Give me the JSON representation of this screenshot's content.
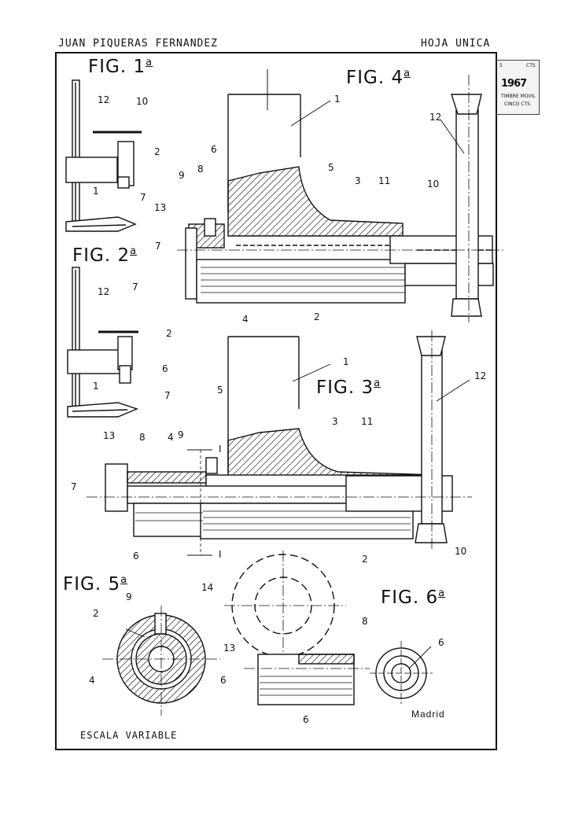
{
  "header": {
    "author": "JUAN PIQUERAS FERNANDEZ",
    "sheet": "HOJA UNICA"
  },
  "figures": {
    "fig1": {
      "label": "FIG. 1",
      "sup": "a"
    },
    "fig2": {
      "label": "FIG. 2",
      "sup": "a"
    },
    "fig3": {
      "label": "FIG. 3",
      "sup": "a"
    },
    "fig4": {
      "label": "FIG. 4",
      "sup": "a"
    },
    "fig5": {
      "label": "FIG. 5",
      "sup": "a"
    },
    "fig6": {
      "label": "FIG. 6",
      "sup": "a"
    }
  },
  "section_mark": "I",
  "footer": {
    "scale": "ESCALA VARIABLE",
    "place": "Madrid"
  },
  "stamp": {
    "corner_left": "5",
    "corner_right": "CTS",
    "value": "1967",
    "line1": "TIMBRE MOVIL",
    "line2": "CINCO CTS"
  },
  "reference_numbers": {
    "fig1": [
      "12",
      "10",
      "2",
      "1",
      "7"
    ],
    "fig2": [
      "7",
      "12",
      "2",
      "1",
      "6",
      "7"
    ],
    "fig4": [
      "1",
      "12",
      "6",
      "5",
      "3",
      "11",
      "10",
      "9",
      "8",
      "13",
      "7",
      "4",
      "2"
    ],
    "fig3": [
      "1",
      "12",
      "5",
      "3",
      "11",
      "9",
      "13",
      "8",
      "4",
      "7",
      "6",
      "2",
      "10"
    ],
    "fig5": [
      "9",
      "2",
      "4",
      "6"
    ],
    "fig6": [
      "14",
      "8",
      "13",
      "6",
      "6"
    ]
  }
}
